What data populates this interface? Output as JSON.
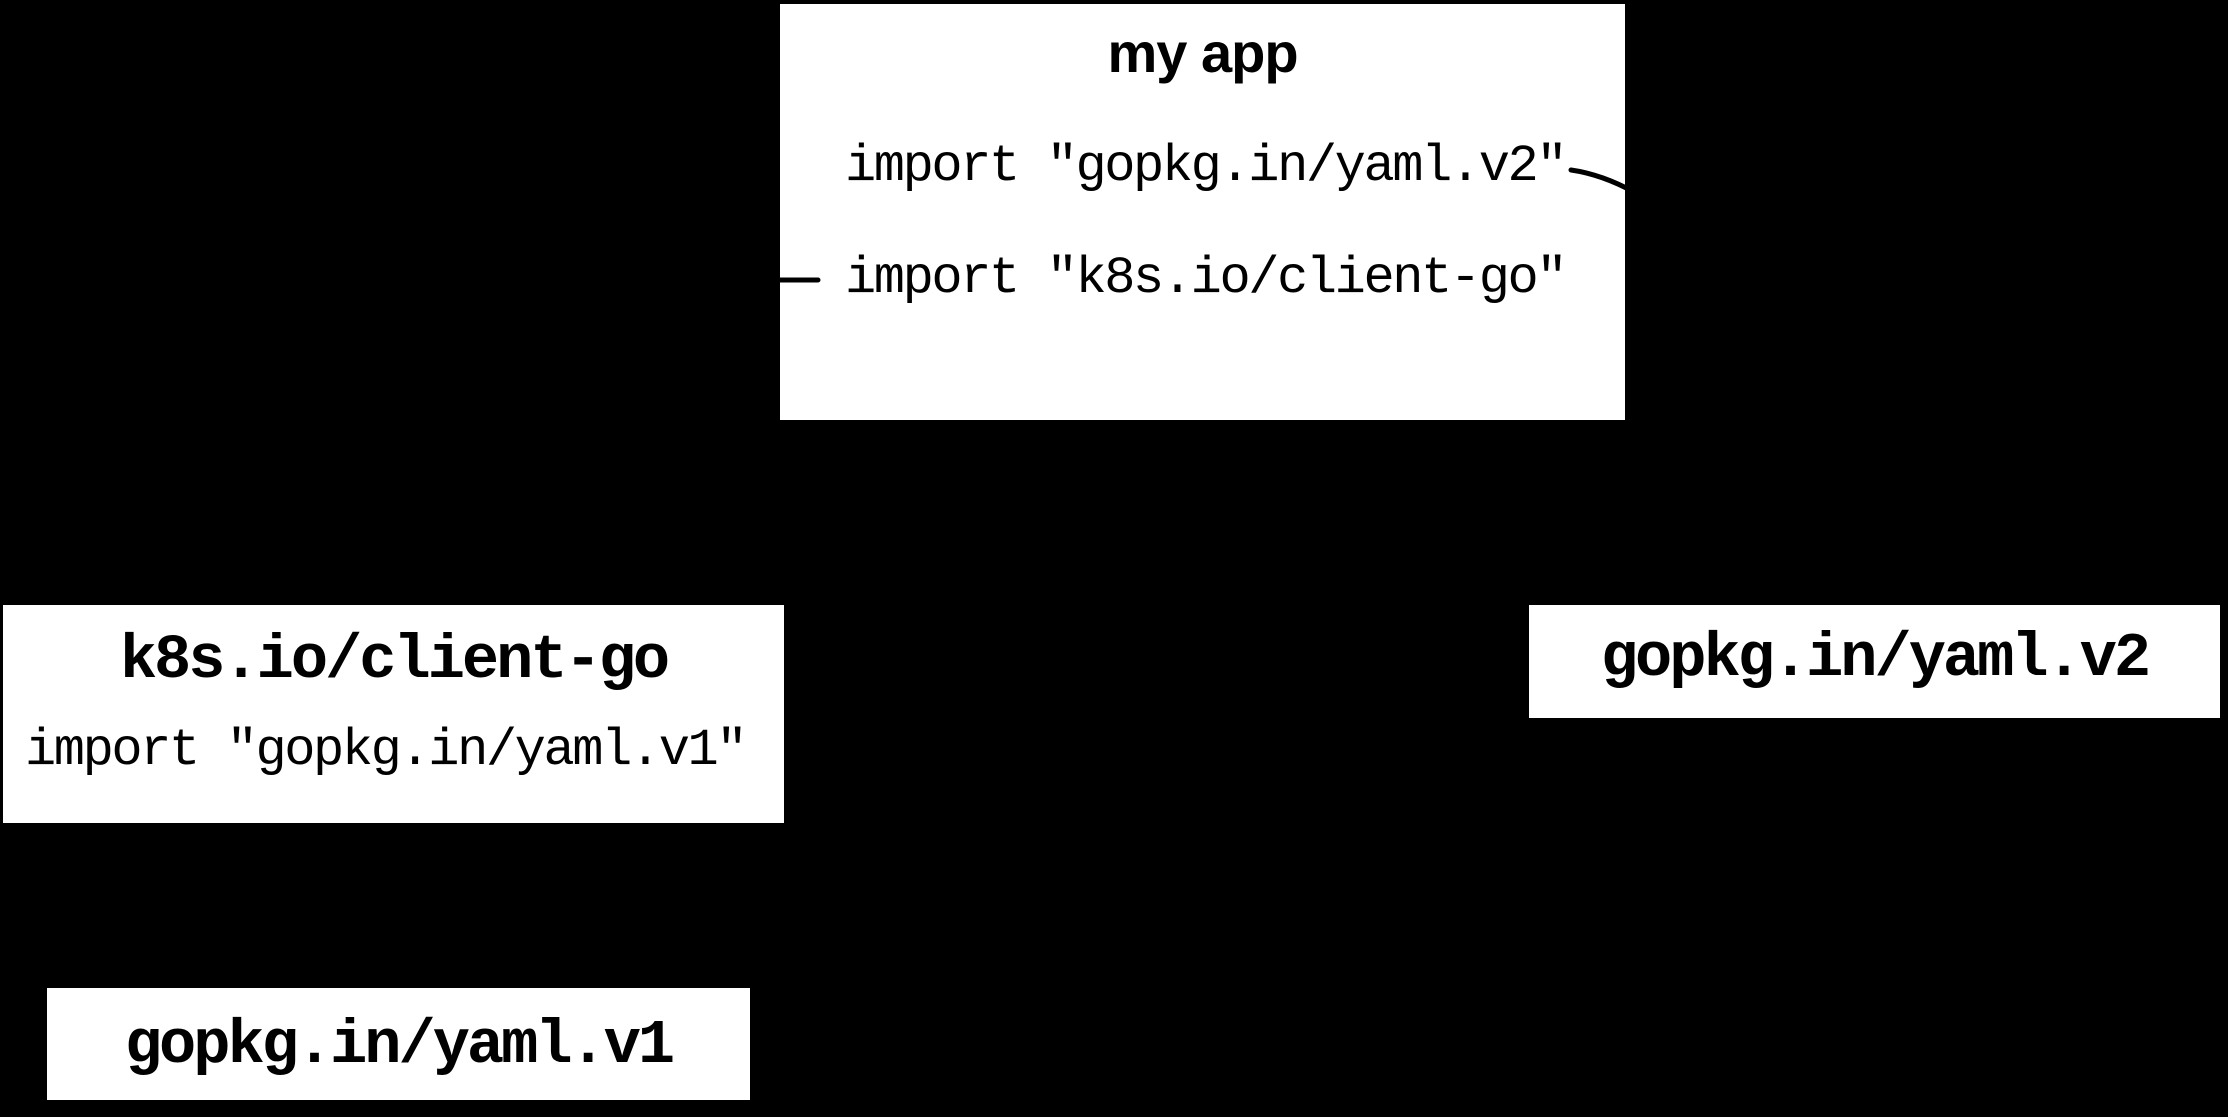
{
  "colors": {
    "background": "#000000",
    "box_fill": "#ffffff",
    "text": "#000000",
    "connector": "#000000"
  },
  "boxes": {
    "my_app": {
      "title": "my app",
      "import_yaml_v2": "import \"gopkg.in/yaml.v2\"",
      "import_client_go": "import \"k8s.io/client-go\""
    },
    "client_go": {
      "title": "k8s.io/client-go",
      "import_yaml_v1": "import \"gopkg.in/yaml.v1\""
    },
    "yaml_v2": {
      "title": "gopkg.in/yaml.v2"
    },
    "yaml_v1": {
      "title": "gopkg.in/yaml.v1"
    }
  }
}
